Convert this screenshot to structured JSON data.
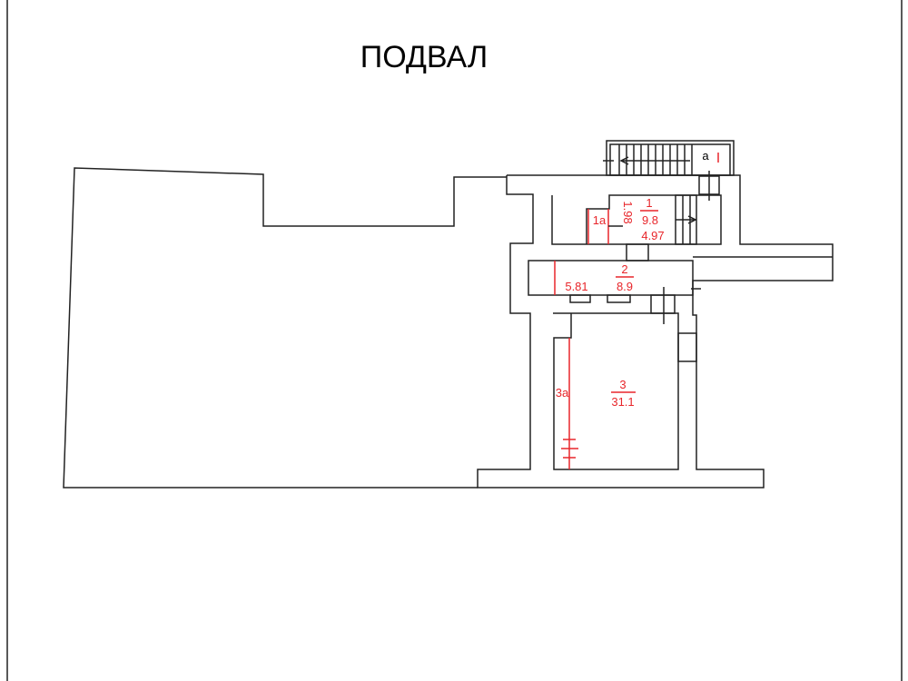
{
  "title": "ПОДВАЛ",
  "rooms": [
    {
      "number": "1",
      "area": "9.8",
      "dimension": "4.97"
    },
    {
      "number": "1а",
      "dimension": "1.98"
    },
    {
      "number": "2",
      "area": "8.9",
      "dimension": "5.81"
    },
    {
      "number": "3",
      "area": "31.1"
    },
    {
      "number": "3а"
    }
  ],
  "stair_label": "а",
  "colors": {
    "walls": "#222222",
    "annotations": "#e8262b"
  }
}
